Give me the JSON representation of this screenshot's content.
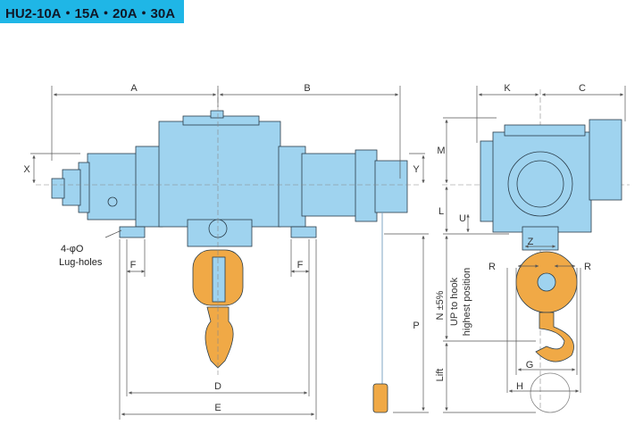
{
  "title": "HU2-10A・15A・20A・30A",
  "labels": {
    "A": "A",
    "B": "B",
    "K": "K",
    "C": "C",
    "X": "X",
    "Y": "Y",
    "M": "M",
    "L": "L",
    "U": "U",
    "F_left": "F",
    "F_right": "F",
    "D": "D",
    "E": "E",
    "P": "P",
    "Z": "Z",
    "R_left": "R",
    "R_right": "R",
    "G": "G",
    "H": "H",
    "N_note": "N ±5%",
    "up_note_1": "UP to hook",
    "up_note_2": "highest position",
    "lift": "Lift",
    "lug_1": "4-φO",
    "lug_2": "Lug-holes"
  },
  "colors": {
    "title_bg": "#1fb6e6",
    "body_blue": "#9fd3ef",
    "hook_orange": "#f0a946",
    "dim_line": "#555555",
    "outline": "#2a3d4a"
  }
}
